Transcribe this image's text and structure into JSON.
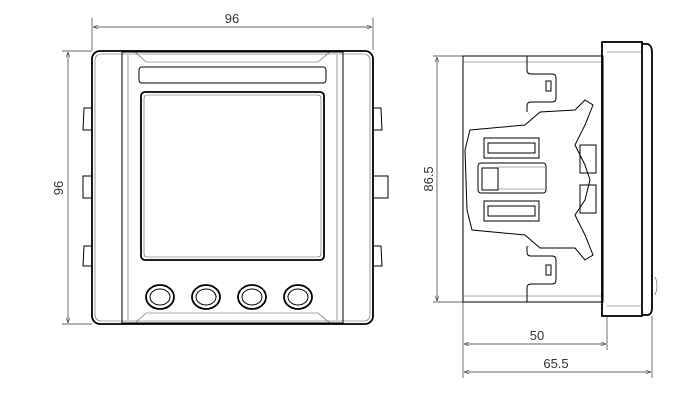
{
  "front_view": {
    "width_dimension": "96",
    "height_dimension": "96",
    "button_count": 4
  },
  "side_view": {
    "height_dimension": "86.5",
    "depth_body_dimension": "50",
    "depth_total_dimension": "65.5"
  },
  "colors": {
    "line": "#000000",
    "background": "#ffffff"
  }
}
